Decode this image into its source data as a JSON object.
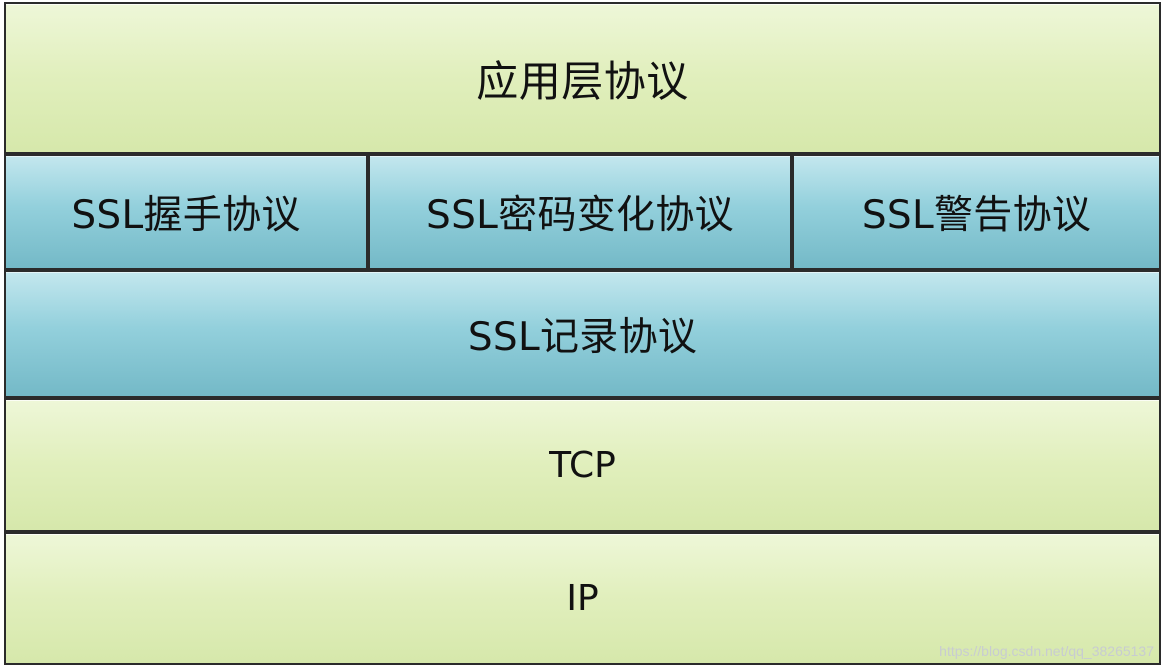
{
  "diagram": {
    "layers": {
      "application": "应用层协议",
      "ssl_handshake": "SSL握手协议",
      "ssl_change_cipher": "SSL密码变化协议",
      "ssl_alert": "SSL警告协议",
      "ssl_record": "SSL记录协议",
      "tcp": "TCP",
      "ip": "IP"
    },
    "colors": {
      "green_layer": "#e1efbd",
      "blue_layer": "#93d0dc",
      "border": "#2b2b2b"
    }
  },
  "watermark": "https://blog.csdn.net/qq_38265137"
}
